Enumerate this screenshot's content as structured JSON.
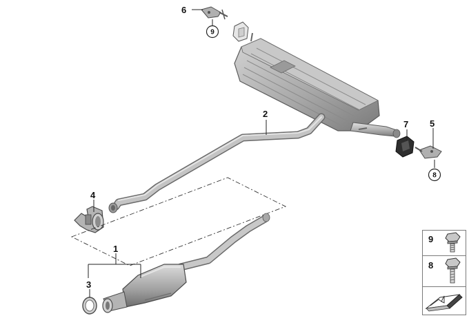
{
  "callouts": {
    "p1": "1",
    "p2": "2",
    "p3": "3",
    "p4": "4",
    "p5": "5",
    "p6": "6",
    "p7": "7"
  },
  "circled": {
    "c9": "9",
    "c8": "8"
  },
  "legend": {
    "row9": "9",
    "row8": "8"
  },
  "colors": {
    "part_fill": "#b9b9b9",
    "part_shade": "#8e8e8e",
    "line": "#444444",
    "dark_part": "#333333"
  }
}
